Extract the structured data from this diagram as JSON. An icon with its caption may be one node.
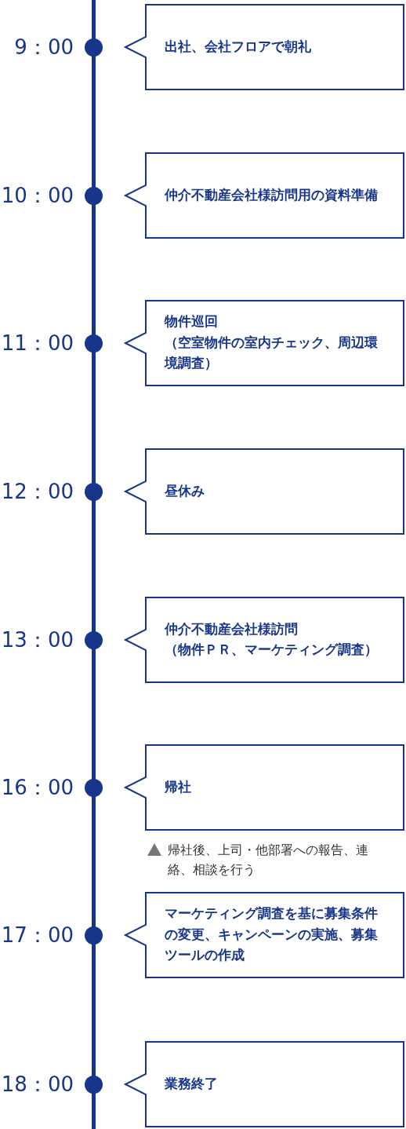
{
  "diagram": {
    "nodes": [
      {
        "text": [
          "出社、会社フロアで朝礼"
        ]
      },
      {
        "text": [
          "仲介不動産会社様訪問用の資料準備"
        ]
      },
      {
        "text": [
          "物件巡回",
          "（空室物件の室内チェック、周辺環境調査）"
        ]
      },
      {
        "text": [
          "昼休み"
        ]
      },
      {
        "text": [
          "仲介不動産会社様訪問",
          "（物件ＰＲ、マーケティング調査）"
        ]
      },
      {
        "text": [
          "帰社"
        ]
      },
      {
        "text": [
          "マーケティング調査を基に募集条件の変更、キャンペーンの実施、募集ツールの作成"
        ]
      },
      {
        "text": [
          "業務終了"
        ]
      }
    ],
    "labels": [
      "9：00",
      "10：00",
      "11：00",
      "12：00",
      "13：00",
      "16：00",
      "帰社後、上司・他部署への報告、連絡、相談を行う",
      "17：00",
      "18：00"
    ]
  }
}
